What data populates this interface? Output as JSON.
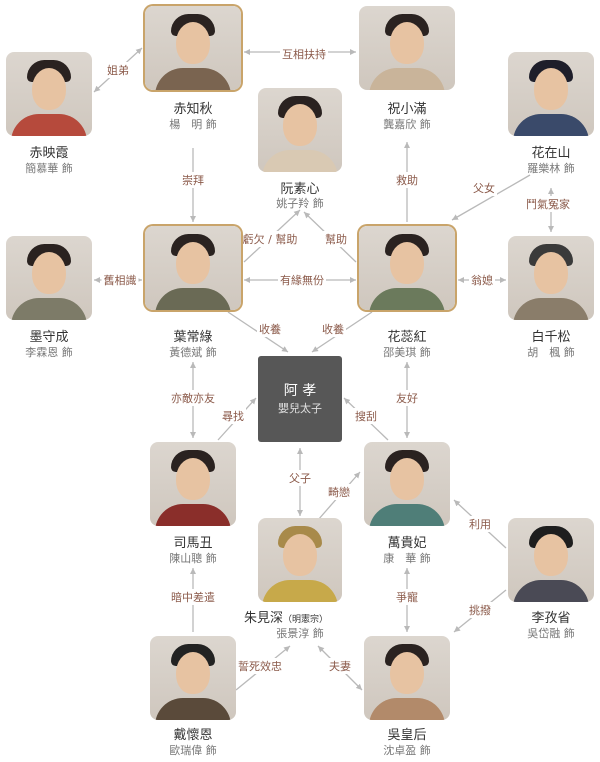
{
  "center": {
    "name": "阿 孝",
    "subtitle": "嬰兒太子"
  },
  "characters": {
    "chizhiqiu": {
      "name": "赤知秋",
      "actor": "楊　明 飾"
    },
    "zhuxiaoman": {
      "name": "祝小滿",
      "actor": "龔嘉欣 飾"
    },
    "chiyingxia": {
      "name": "赤映霞",
      "actor": "簡慕華 飾"
    },
    "ruansuxin": {
      "name": "阮素心",
      "actor": "姚子羚 飾"
    },
    "huazaishan": {
      "name": "花在山",
      "actor": "羅樂林 飾"
    },
    "moshoucheng": {
      "name": "墨守成",
      "actor": "李霖恩 飾"
    },
    "yechanglv": {
      "name": "葉常綠",
      "actor": "黃德斌 飾"
    },
    "huaruihong": {
      "name": "花蕊紅",
      "actor": "邵美琪 飾"
    },
    "baiqiansong": {
      "name": "白千松",
      "actor": "胡　楓 飾"
    },
    "simachou": {
      "name": "司馬丑",
      "actor": "陳山聰 飾"
    },
    "wanguifei": {
      "name": "萬貴妃",
      "actor": "康　華 飾"
    },
    "zhujianshen": {
      "name": "朱見深",
      "note": "（明憲宗）",
      "actor": "張景淳 飾"
    },
    "lizisheng": {
      "name": "李孜省",
      "actor": "吳岱融 飾"
    },
    "daihuaien": {
      "name": "戴懷恩",
      "actor": "歐瑞偉 飾"
    },
    "wuhuanghou": {
      "name": "吳皇后",
      "actor": "沈卓盈 飾"
    }
  },
  "relations": {
    "jiedi": "姐弟",
    "huxiangfuchi": "互相扶持",
    "chongbai": "崇拜",
    "jiuzhu": "救助",
    "funv": "父女",
    "kuiqianbangzhu": "虧欠 / 幫助",
    "bangzhu": "幫助",
    "dousijiajia": "鬥氣冤家",
    "jiuxiangshi": "舊相識",
    "youyuanwufen": "有緣無份",
    "wengxi": "翁媳",
    "shouyang1": "收養",
    "shouyang2": "收養",
    "yidiyiyou": "亦敵亦友",
    "youhao": "友好",
    "xunzhao": "尋找",
    "soukuo": "搜刮",
    "fuzi": "父子",
    "jilian": "畸戀",
    "liyong": "利用",
    "anzhongchaqian": "暗中差遣",
    "zhengchong": "爭寵",
    "tiaobo": "挑撥",
    "shisixiaozhong": "誓死效忠",
    "fuqi": "夫妻"
  },
  "colors": {
    "arrow": "#b9b9b9",
    "label": "#8b5a4a",
    "center_box": "#575757",
    "frame_gold": "#c9a46a"
  }
}
